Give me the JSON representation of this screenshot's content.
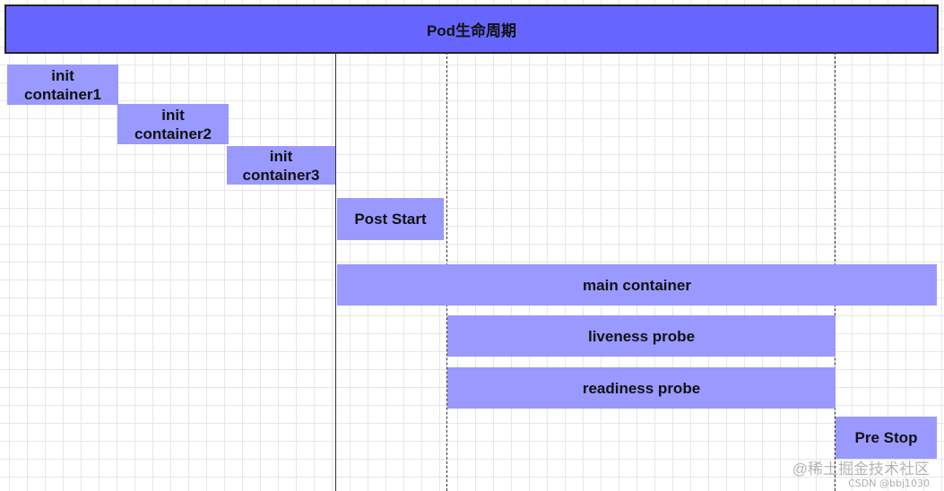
{
  "title": "Pod生命周期",
  "phases": {
    "init1": "init\ncontainer1",
    "init2": "init\ncontainer2",
    "init3": "init\ncontainer3",
    "post_start": "Post Start",
    "main_container": "main container",
    "liveness_probe": "liveness probe",
    "readiness_probe": "readiness probe",
    "pre_stop": "Pre Stop"
  },
  "watermark": {
    "main": "@稀土掘金技术社区",
    "sub": "CSDN @bbj1030"
  },
  "colors": {
    "header": "#6666ff",
    "bar": "#9999ff",
    "grid": "#e6e6e6"
  }
}
